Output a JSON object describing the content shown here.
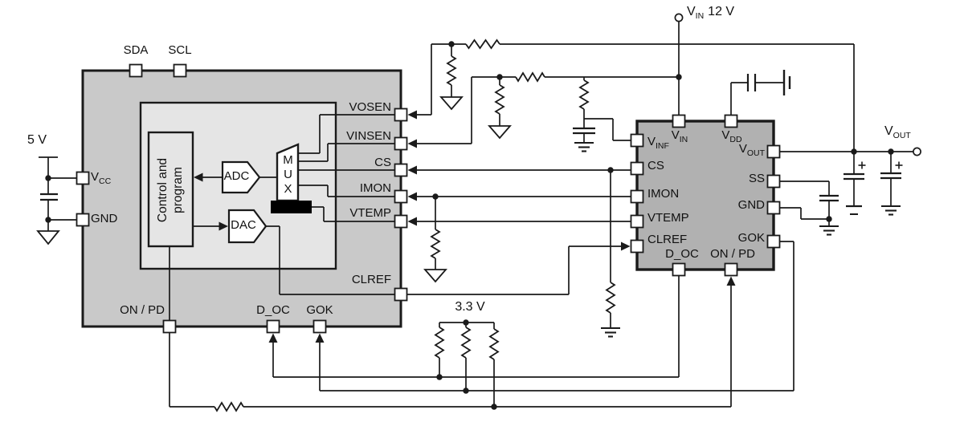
{
  "colors": {
    "left_chip": "#c9c9c9",
    "inner_block": "#e5e5e5",
    "right_chip": "#b1b1b1",
    "block_fill": "#ffffff",
    "wire": "#1a1a1a",
    "mux_bar": "#000000",
    "pin_fill": "#ffffff"
  },
  "rails": {
    "supply_5v": "5 V",
    "supply_3v3": "3.3 V",
    "vin_terminal": {
      "base": "V",
      "sub": "IN",
      "rest": "12 V"
    },
    "vout_terminal": {
      "base": "V",
      "sub": "OUT"
    }
  },
  "left_chip": {
    "pins": {
      "sda": "SDA",
      "scl": "SCL",
      "vcc": {
        "base": "V",
        "sub": "CC"
      },
      "gnd": "GND",
      "vosen": "VOSEN",
      "vinsen": "VINSEN",
      "cs": "CS",
      "imon": "IMON",
      "vtemp": "VTEMP",
      "clref": "CLREF",
      "on_pd": "ON / PD",
      "d_oc": "D_OC",
      "gok": "GOK"
    },
    "blocks": {
      "control_line1": "Control and",
      "control_line2": "program",
      "adc": "ADC",
      "dac": "DAC",
      "mux": [
        "M",
        "U",
        "X"
      ]
    }
  },
  "right_chip": {
    "pins": {
      "vin": {
        "base": "V",
        "sub": "IN"
      },
      "vdd": {
        "base": "V",
        "sub": "DD"
      },
      "vinf": {
        "base": "V",
        "sub": "INF"
      },
      "cs": "CS",
      "imon": "IMON",
      "vtemp": "VTEMP",
      "clref": "CLREF",
      "vout": {
        "base": "V",
        "sub": "OUT"
      },
      "ss": "SS",
      "gnd": "GND",
      "gok": "GOK",
      "d_oc": "D_OC",
      "on_pd": "ON / PD"
    }
  }
}
